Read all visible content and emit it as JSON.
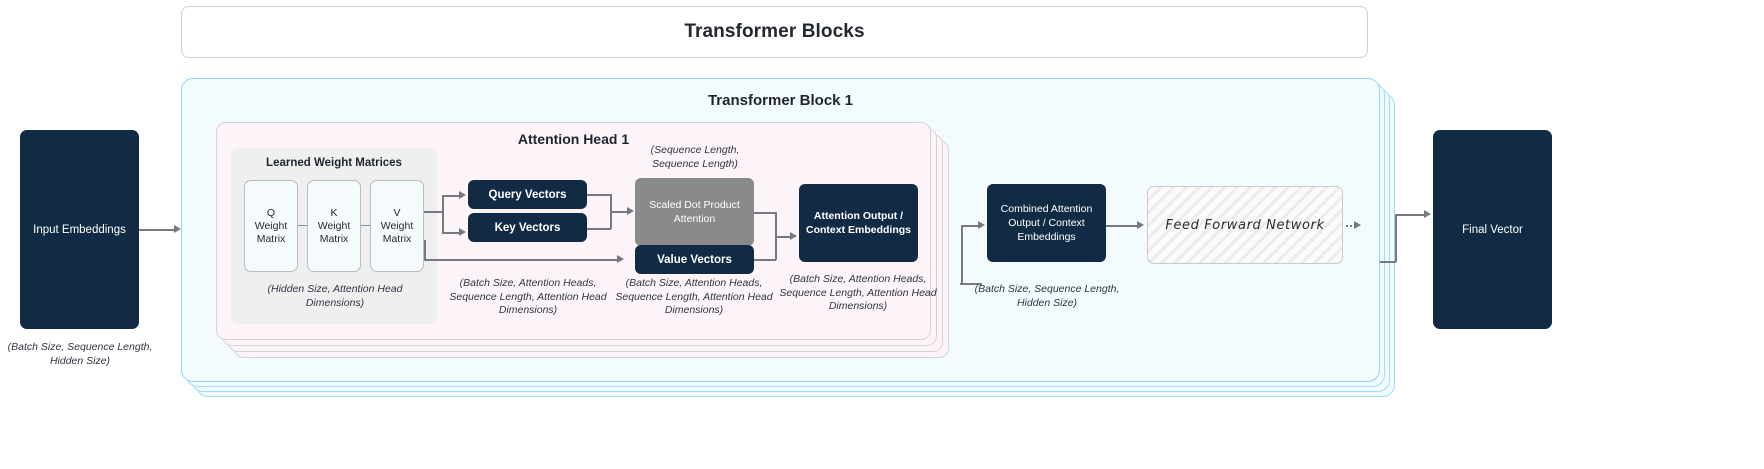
{
  "header": {
    "title": "Transformer Blocks"
  },
  "transformer_block": {
    "title": "Transformer Block 1",
    "stack_count": 4
  },
  "attention_head": {
    "title": "Attention Head 1",
    "stack_count": 4
  },
  "learned_weight_matrices": {
    "title": "Learned Weight Matrices",
    "matrices": [
      {
        "name": "q-weight-matrix",
        "line1": "Q",
        "line2": "Weight",
        "line3": "Matrix"
      },
      {
        "name": "k-weight-matrix",
        "line1": "K",
        "line2": "Weight",
        "line3": "Matrix"
      },
      {
        "name": "v-weight-matrix",
        "line1": "V",
        "line2": "Weight",
        "line3": "Matrix"
      }
    ],
    "caption": "(Hidden Size, Attention Head Dimensions)"
  },
  "boxes": {
    "input_embeddings": "Input Embeddings",
    "query_vectors": "Query Vectors",
    "key_vectors": "Key Vectors",
    "value_vectors": "Value Vectors",
    "scaled_dot_product_attention": "Scaled Dot Product Attention",
    "attention_output": "Attention Output / Context Embeddings",
    "combined_attention_output": "Combined Attention Output / Context Embeddings",
    "feed_forward_network": "Feed Forward Network",
    "final_vector": "Final Vector"
  },
  "captions": {
    "input_embeddings": "(Batch Size, Sequence Length, Hidden Size)",
    "qkv_vectors": "(Batch Size, Attention Heads, Sequence Length, Attention Head Dimensions)",
    "sdpa": "(Sequence Length, Sequence Length)",
    "value_vectors": "(Batch Size, Attention Heads, Sequence Length, Attention Head Dimensions)",
    "attention_output": "(Batch Size, Attention Heads, Sequence Length, Attention Head Dimensions)",
    "combined_attention_output": "(Batch Size, Sequence Length, Hidden Size)"
  },
  "colors": {
    "navy": "#122b45",
    "gray_box": "#8a8a8a",
    "block_border": "#8ed6f2",
    "block_fill": "#f4fbfe",
    "head_fill": "#fcf4f8",
    "head_border": "#d6d2d4",
    "lwm_fill": "#efeff0",
    "weight_matrix_fill": "#f5fafd",
    "connector": "#76797e"
  }
}
